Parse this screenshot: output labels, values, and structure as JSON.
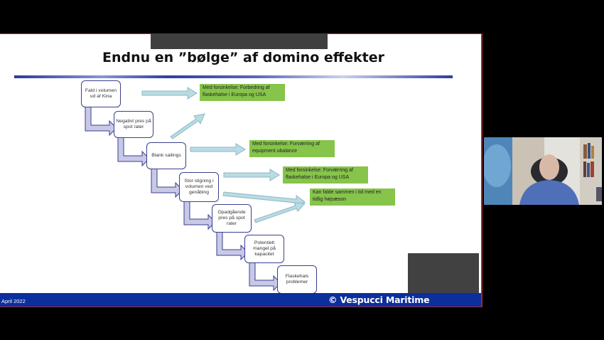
{
  "slide": {
    "title": "Endnu en ”bølge” af domino effekter",
    "steps": [
      "Fald i volumen ud af Kina",
      "Negativt pres på spot rater",
      "Blank sailings",
      "Stor stigning i volumen ved genåbing",
      "Opadgående pres på spot rater",
      "Potentielt mangel på kapacitet",
      "Flaskehals problemer"
    ],
    "notes": [
      "Med forsinkelse: Forbedring af flaskehalse i Europa og USA",
      "Med forsinkelse: Forværring af equipment ubalance",
      "Med forsinkelse: Forværring af flaskehalse i Europa og USA",
      "Kan falde sammen i tid med en tidlig højsæson"
    ],
    "footer_date": "April 2022",
    "footer_brand": "© Vespucci Maritime"
  },
  "colors": {
    "footer_bg": "#0b2f9b",
    "note_bg": "#86c44a",
    "step_border": "#3b3f8f",
    "arrow_fill": "#b9dbe3",
    "chevron_fill": "#c7c9e6"
  },
  "video": {
    "participant": "presenter-webcam"
  }
}
